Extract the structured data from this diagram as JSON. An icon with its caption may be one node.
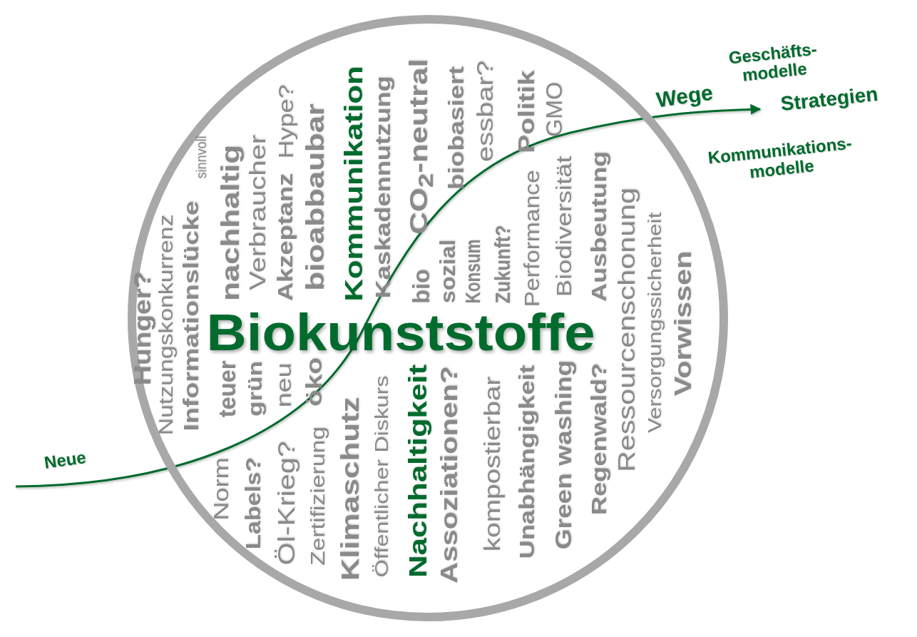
{
  "diagram": {
    "nodes": [
      {
        "text": [
          "Biokunststoffe",
          "Hunger?",
          "Nutzungskonkurrenz",
          "Informationslücke",
          "sinnvoll",
          "nachhaltig",
          "Verbraucher",
          "Akzeptanz",
          "Hype?",
          "bioabbaubar",
          "Kommunikation",
          "Kaskadennutzung",
          "bio",
          "CO$_{2}$-neutral",
          "sozial",
          "biobasiert",
          "Konsum",
          "essbar?",
          "Zukunft?",
          "Politik",
          "Performance",
          "GMO",
          "Biodiversität",
          "Ausbeutung",
          "Ressourcenschonung",
          "Versorgungssicherheit",
          "Vorwissen",
          "teuer",
          "grün",
          "neu",
          "öko",
          "Norm",
          "Labels?",
          "Öl-Krieg?",
          "Zertifizierung",
          "Klimaschutz",
          "Öffentlicher Diskurs",
          "Nachhaltigkeit",
          "Assoziationen?",
          "kompostierbar",
          "Unabhängigkeit",
          "Green washing",
          "Regenwald?"
        ]
      },
      {
        "text": [
          "Strategien"
        ]
      }
    ],
    "edges": [
      {
        "from": null,
        "to": 1,
        "arrow": "to",
        "label": "Neue"
      }
    ],
    "labels": [
      "Geschäfts- modelle",
      "Wege",
      "Kommunikations- modelle"
    ]
  }
}
